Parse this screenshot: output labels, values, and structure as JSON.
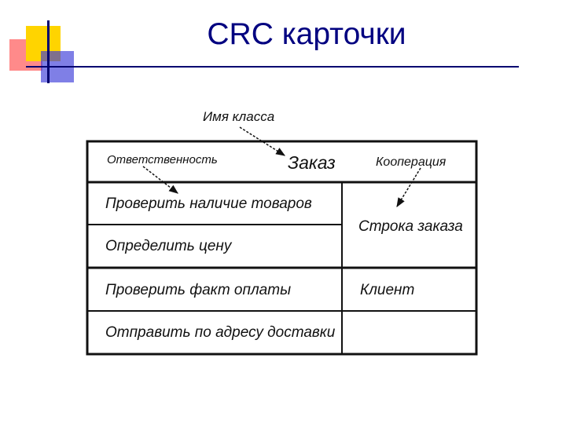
{
  "slide": {
    "title": "CRC карточки"
  },
  "crc_card": {
    "class_name_caption": "Имя класса",
    "class_name": "Заказ",
    "responsibilities_header": "Ответственность",
    "collaborators_header": "Кооперация",
    "responsibilities": [
      "Проверить наличие товаров",
      "Определить цену",
      "Проверить факт оплаты",
      "Отправить по адресу доставки"
    ],
    "collaborators": [
      "Строка заказа",
      "Клиент"
    ]
  },
  "colors": {
    "title": "#000080",
    "accent_yellow": "#ffd400",
    "accent_red": "#ff2a2a",
    "accent_blue": "#3a3ad8"
  }
}
